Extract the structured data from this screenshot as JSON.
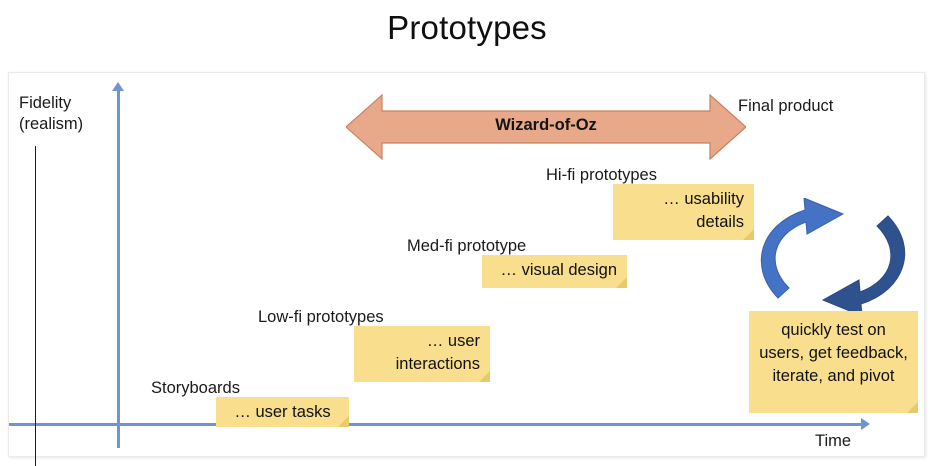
{
  "slide": {
    "title": "Prototypes"
  },
  "axes": {
    "y_label": "Fidelity\n(realism)",
    "x_label": "Time",
    "axis_color": "#6f93d4"
  },
  "wizard_of_oz": {
    "label": "Wizard-of-Oz",
    "arrow_color": "#e8a88a",
    "arrow_border": "#c9805f",
    "direction": "double"
  },
  "final_product": {
    "label": "Final product"
  },
  "tiers": [
    {
      "name": "storyboards",
      "label": "Storyboards",
      "note": "… user tasks"
    },
    {
      "name": "low-fi-prototypes",
      "label": "Low-fi prototypes",
      "note": "… user\ninteractions"
    },
    {
      "name": "med-fi-prototype",
      "label": "Med-fi prototype",
      "note": "… visual design"
    },
    {
      "name": "hi-fi-prototypes",
      "label": "Hi-fi prototypes",
      "note": "… usability\ndetails"
    }
  ],
  "iteration": {
    "cycle_icon": "circular-arrows-icon",
    "cycle_color_light": "#4472c4",
    "cycle_color_dark": "#2f528f",
    "note": "quickly test on users, get feedback, iterate, and pivot"
  },
  "colors": {
    "note_fill": "#f8de8d",
    "note_fold": "#e8c96b",
    "panel_bg": "#ffffff",
    "panel_border": "#eceaea"
  }
}
